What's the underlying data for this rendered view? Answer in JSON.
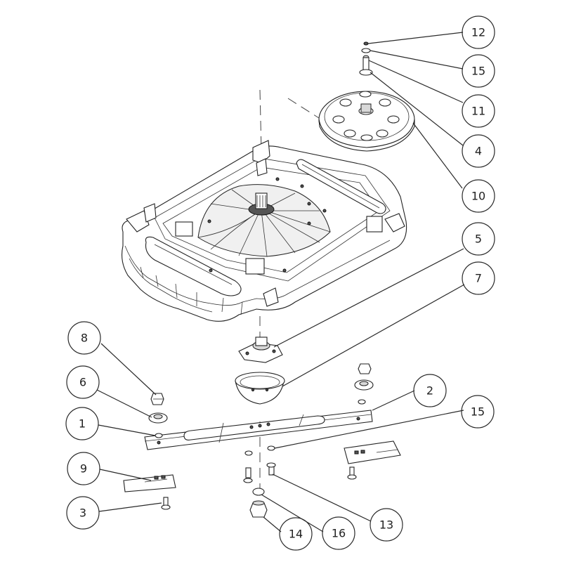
{
  "callouts": [
    {
      "id": "c12",
      "label": "12"
    },
    {
      "id": "c15a",
      "label": "15"
    },
    {
      "id": "c11",
      "label": "11"
    },
    {
      "id": "c4",
      "label": "4"
    },
    {
      "id": "c10",
      "label": "10"
    },
    {
      "id": "c5",
      "label": "5"
    },
    {
      "id": "c7",
      "label": "7"
    },
    {
      "id": "c8",
      "label": "8"
    },
    {
      "id": "c6",
      "label": "6"
    },
    {
      "id": "c1",
      "label": "1"
    },
    {
      "id": "c2",
      "label": "2"
    },
    {
      "id": "c15b",
      "label": "15"
    },
    {
      "id": "c9",
      "label": "9"
    },
    {
      "id": "c3",
      "label": "3"
    },
    {
      "id": "c14",
      "label": "14"
    },
    {
      "id": "c16",
      "label": "16"
    },
    {
      "id": "c13",
      "label": "13"
    }
  ]
}
